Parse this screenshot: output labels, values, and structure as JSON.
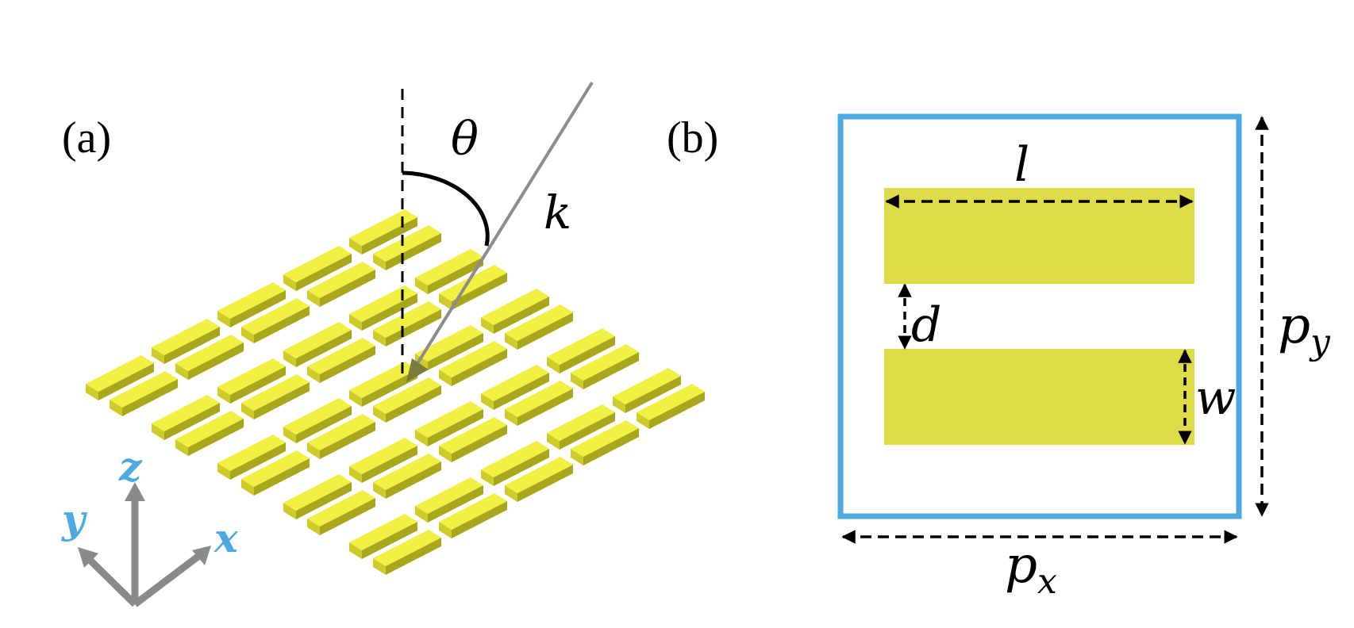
{
  "panel_a": {
    "label": "(a)",
    "theta_label": "θ",
    "k_label": "k",
    "axes": {
      "x_label": "x",
      "y_label": "y",
      "z_label": "z"
    }
  },
  "panel_b": {
    "label": "(b)",
    "l_label": "l",
    "d_label": "d",
    "w_label": "w",
    "px_label": "p",
    "px_sub": "x",
    "py_label": "p",
    "py_sub": "y"
  },
  "colors": {
    "bar_top": "#F2F043",
    "bar_side_dark": "#A8A61B",
    "bar_side_light": "#CFCB2A",
    "cell_fill": "#DDDB48",
    "cell_border": "#4DA9E2",
    "axis_gray": "#8A8A8A",
    "axis_label_blue": "#4DA9E2",
    "ray_gray": "#8C8C8C",
    "text": "#000000"
  }
}
